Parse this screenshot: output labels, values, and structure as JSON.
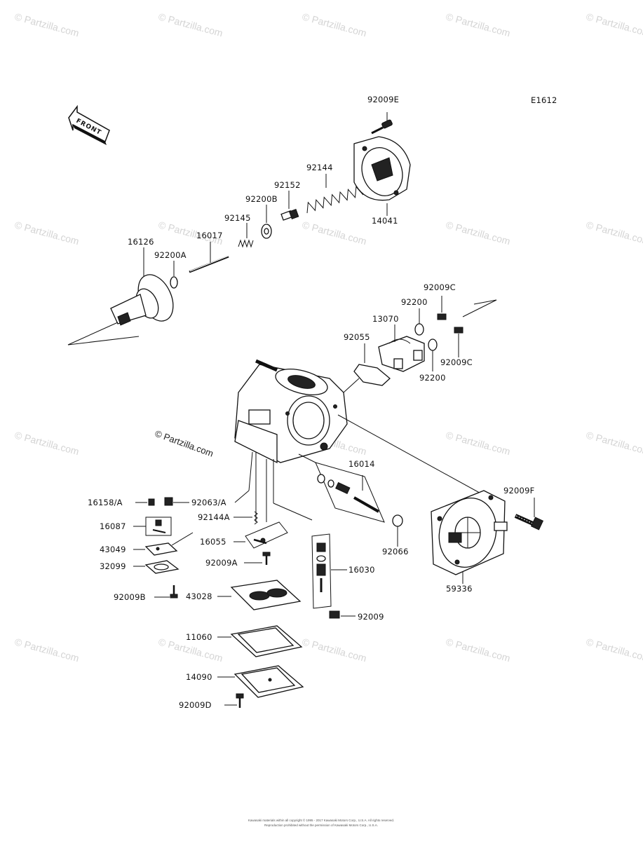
{
  "diagram_code": "E1612",
  "front_label": "FRONT",
  "watermark_text": "© Partzilla.com",
  "watermark_center_text": "© Partzilla.com",
  "footer_line1": "Kawasaki materials within all copyright © 1995 - 2017 Kawasaki Motors Corp., U.S.A. All rights reserved.",
  "footer_line2": "Reproduction prohibited without the permission of Kawasaki Motors Corp., U.S.A.",
  "part_numbers": {
    "p92009E": "92009E",
    "p92144": "92144",
    "p92152": "92152",
    "p92200B": "92200B",
    "p14041": "14041",
    "p92145": "92145",
    "p16017": "16017",
    "p16126": "16126",
    "p92200A": "92200A",
    "p92009C_top": "92009C",
    "p92200_top": "92200",
    "p13070": "13070",
    "p92055": "92055",
    "p92009C_bot": "92009C",
    "p92200_bot": "92200",
    "p16014": "16014",
    "p16158A": "16158/A",
    "p92063A": "92063/A",
    "p92144A": "92144A",
    "p16087": "16087",
    "p16055": "16055",
    "p43049": "43049",
    "p32099": "32099",
    "p92009A": "92009A",
    "p92066": "92066",
    "p16030": "16030",
    "p92009F": "92009F",
    "p59336": "59336",
    "p92009B": "92009B",
    "p43028": "43028",
    "p92009": "92009",
    "p11060": "11060",
    "p14090": "14090",
    "p92009D": "92009D"
  }
}
